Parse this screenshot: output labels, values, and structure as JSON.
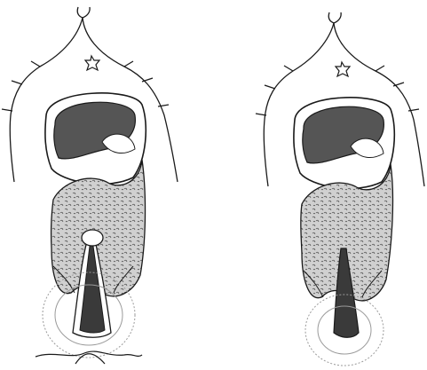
{
  "figure": {
    "panels": [
      {
        "id": "left",
        "description_key": "panel-left"
      },
      {
        "id": "right",
        "description_key": "panel-right"
      }
    ],
    "colors": {
      "stroke": "#1a1a1a",
      "dark_fill": "#555555",
      "tissue_fill": "#c8c8c8",
      "canal_fill": "#3a3a3a",
      "ring": "#9a9a9a",
      "background": "#ffffff"
    }
  }
}
